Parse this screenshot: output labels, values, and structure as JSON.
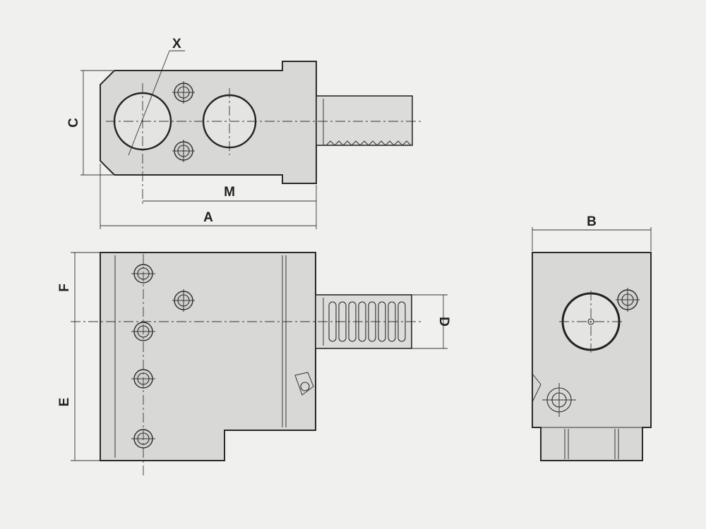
{
  "labels": {
    "x": "X",
    "c": "C",
    "m": "M",
    "a": "A",
    "b": "B",
    "f": "F",
    "d": "D",
    "e": "E"
  },
  "colors": {
    "background": "#f0f0ef",
    "part_fill": "#d8d8d6",
    "line": "#2a2a2a"
  }
}
